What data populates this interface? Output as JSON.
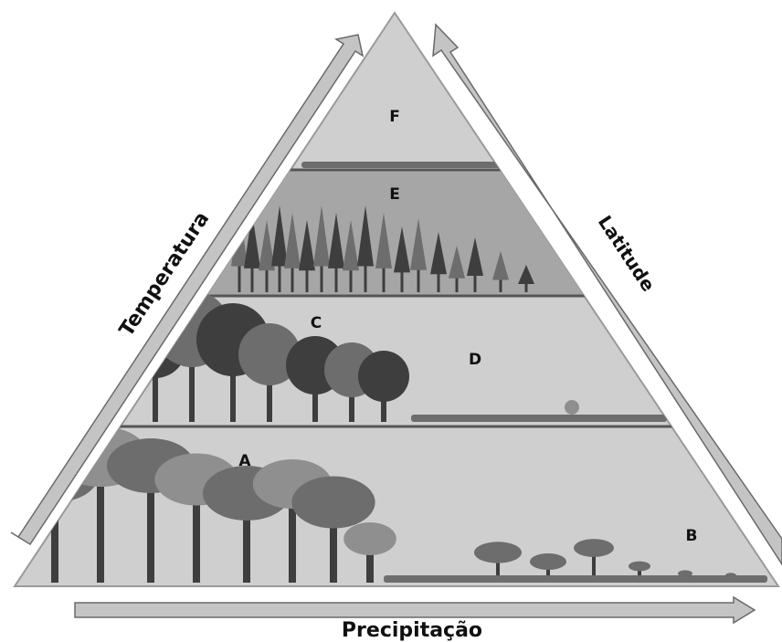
{
  "axes": {
    "temperature": "Temperatura",
    "latitude": "Latitude",
    "precipitation": "Precipitação"
  },
  "zones": {
    "a": "A",
    "b": "B",
    "c": "C",
    "d": "D",
    "e": "E",
    "f": "F"
  },
  "colors": {
    "triangle_fill": "#cfcfcf",
    "band_e_fill": "#a6a6a6",
    "arrow_fill": "#c4c4c4",
    "divider": "#555555",
    "tree_dark": "#3e3e3e",
    "tree_mid": "#6d6d6d",
    "tree_light": "#8f8f8f"
  }
}
